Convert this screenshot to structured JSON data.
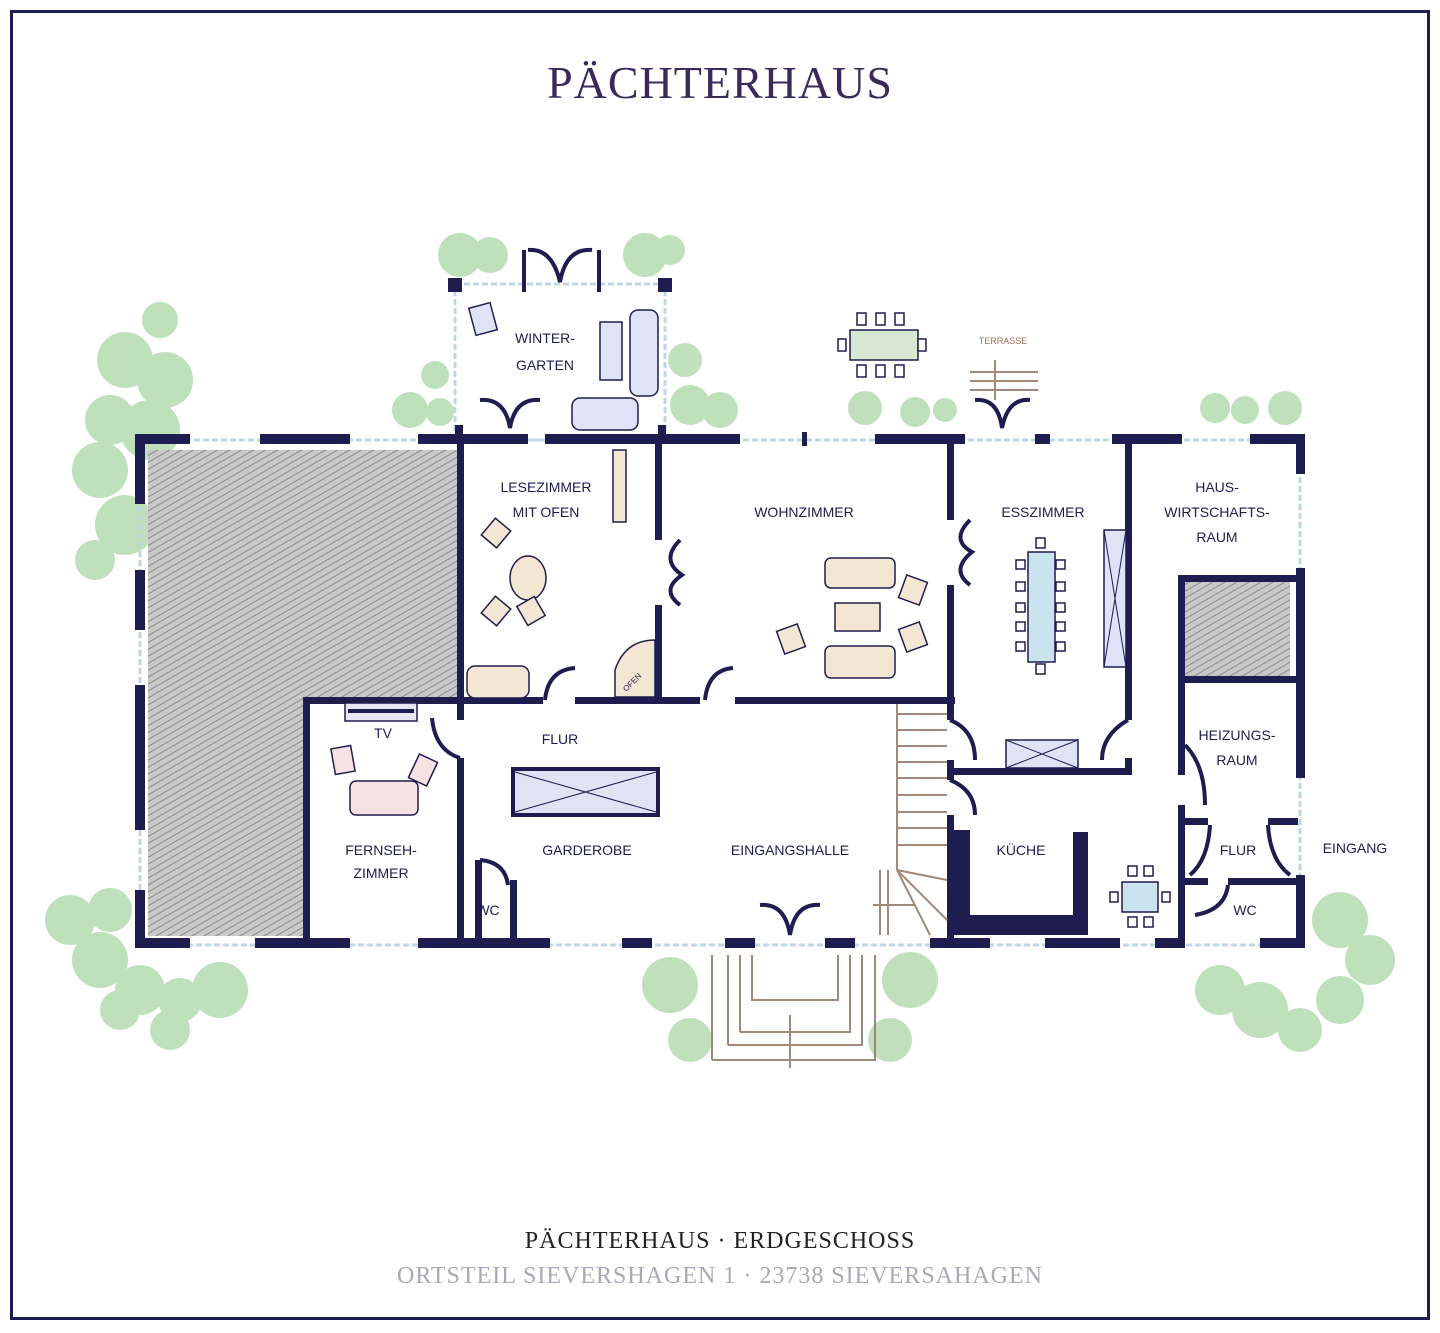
{
  "title": "PÄCHTERHAUS",
  "rooms": {
    "wintergarten": [
      "WINTER-",
      "GARTEN"
    ],
    "lesezimmer": [
      "LESEZIMMER",
      "MIT OFEN"
    ],
    "wohnzimmer": [
      "WOHNZIMMER"
    ],
    "esszimmer": [
      "ESSZIMMER"
    ],
    "hauswirtschaftsraum": [
      "HAUS-",
      "WIRTSCHAFTS-",
      "RAUM"
    ],
    "heizungsraum": [
      "HEIZUNGS-",
      "RAUM"
    ],
    "flur_main": "FLUR",
    "flur_right": "FLUR",
    "garderobe": "GARDEROBE",
    "eingangshalle": "EINGANGSHALLE",
    "fernsehzimmer": [
      "FERNSEH-",
      "ZIMMER"
    ],
    "kueche": "KÜCHE",
    "wc_left": "WC",
    "wc_right": "WC",
    "eingang": "EINGANG",
    "terrasse": "TERRASSE",
    "tv": "TV",
    "ofen": "OFEN"
  },
  "footer": {
    "line1": "PÄCHTERHAUS · ERDGESCHOSS",
    "line2": "ORTSTEIL SIEVERSHAGEN 1 · 23738 SIEVERSAHAGEN"
  },
  "colors": {
    "wall": "#1f1c4f",
    "tree": "#a9d6a3",
    "furniture": "#dfe3f5",
    "window": "#bcd6ea"
  }
}
